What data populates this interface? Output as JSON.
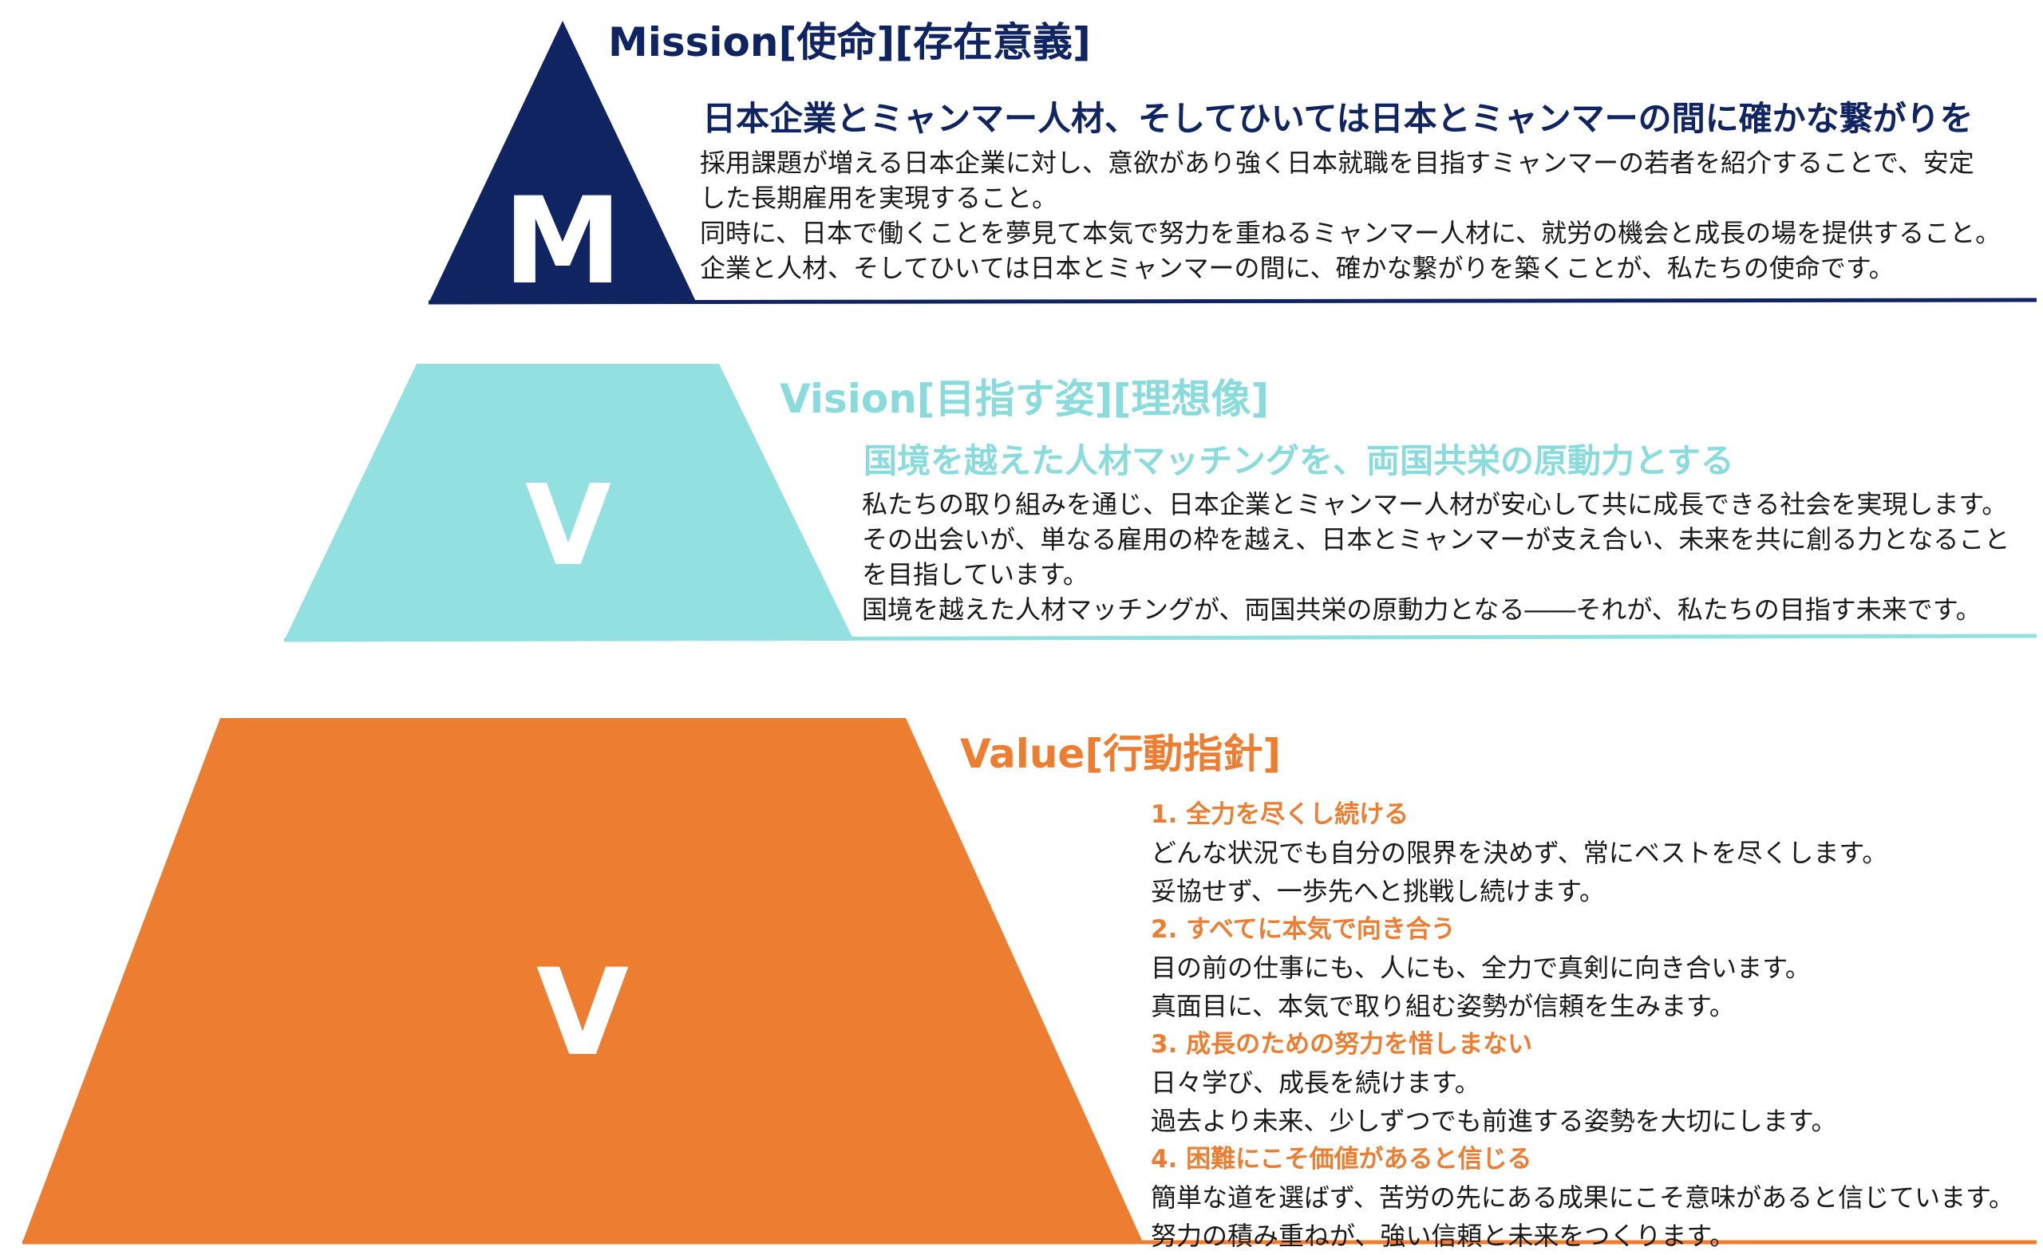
{
  "colors": {
    "mission": "#0F2461",
    "vision": "#92E0E0",
    "value": "#ED7D31"
  },
  "mission": {
    "letter": "M",
    "title": "Mission[使命][存在意義]",
    "headline": "日本企業とミャンマー人材、そしてひいては日本とミャンマーの間に確かな繋がりを",
    "lines": [
      "採用課題が増える日本企業に対し、意欲があり強く日本就職を目指すミャンマーの若者を紹介することで、安定",
      "した長期雇用を実現すること。",
      "同時に、日本で働くことを夢見て本気で努力を重ねるミャンマー人材に、就労の機会と成長の場を提供すること。",
      "企業と人材、そしてひいては日本とミャンマーの間に、確かな繋がりを築くことが、私たちの使命です。"
    ]
  },
  "vision": {
    "letter": "V",
    "title": "Vision[目指す姿][理想像]",
    "headline": "国境を越えた人材マッチングを、両国共栄の原動力とする",
    "lines": [
      "私たちの取り組みを通じ、日本企業とミャンマー人材が安心して共に成長できる社会を実現します。",
      "その出会いが、単なる雇用の枠を越え、日本とミャンマーが支え合い、未来を共に創る力となること",
      "を目指しています。",
      "国境を越えた人材マッチングが、両国共栄の原動力となる――それが、私たちの目指す未来です。"
    ]
  },
  "value": {
    "letter": "V",
    "title": "Value[行動指針]",
    "items": [
      {
        "heading": "1. 全力を尽くし続ける",
        "lines": [
          "どんな状況でも自分の限界を決めず、常にベストを尽くします。",
          "妥協せず、一歩先へと挑戦し続けます。"
        ]
      },
      {
        "heading": "2. すべてに本気で向き合う",
        "lines": [
          "目の前の仕事にも、人にも、全力で真剣に向き合います。",
          "真面目に、本気で取り組む姿勢が信頼を生みます。"
        ]
      },
      {
        "heading": "3. 成長のための努力を惜しまない",
        "lines": [
          "日々学び、成長を続けます。",
          "過去より未来、少しずつでも前進する姿勢を大切にします。"
        ]
      },
      {
        "heading": "4. 困難にこそ価値があると信じる",
        "lines": [
          "簡単な道を選ばず、苦労の先にある成果にこそ意味があると信じています。",
          "努力の積み重ねが、強い信頼と未来をつくります。"
        ]
      }
    ]
  }
}
